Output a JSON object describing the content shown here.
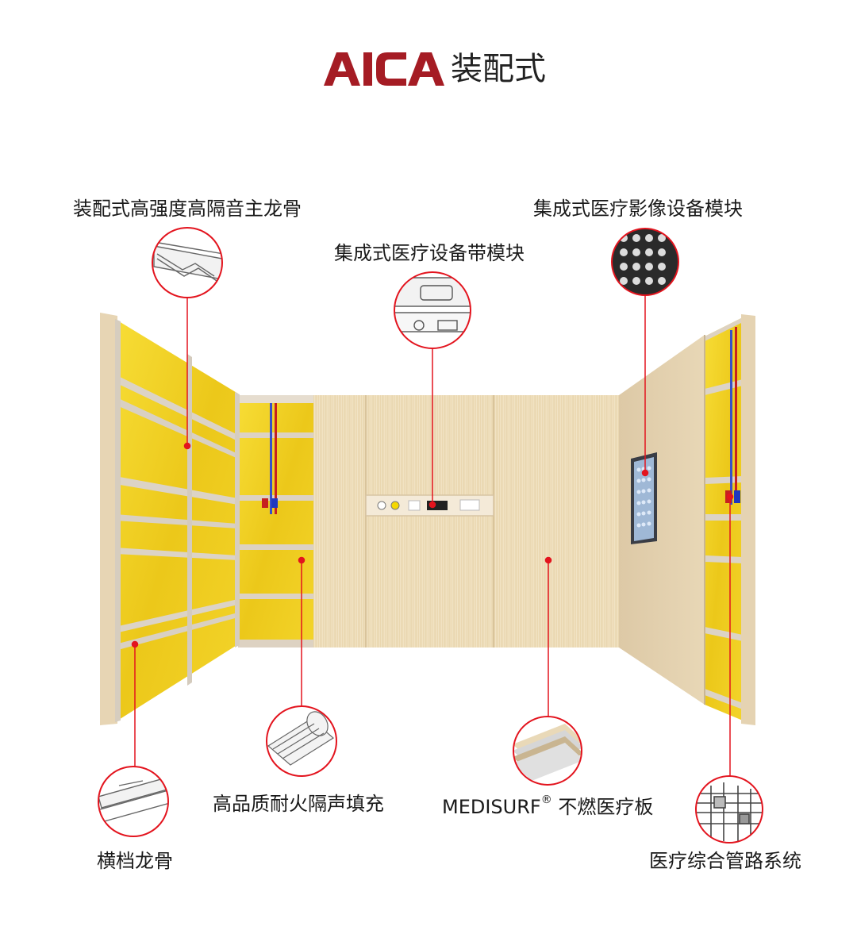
{
  "brand": {
    "name": "AICA",
    "suffix": "装配式",
    "color": "#a51c24"
  },
  "colors": {
    "leader": "#e3141e",
    "insulation": "#f2d21e",
    "wood": "#ecd9b3",
    "frame": "#d8cfc2"
  },
  "callouts": {
    "main_stud": "装配式高强度高隔音主龙骨",
    "equipment_band": "集成式医疗设备带模块",
    "imaging_module": "集成式医疗影像设备模块",
    "insulation_fill": "高品质耐火隔声填充",
    "board_name": "MEDISURF",
    "board_mark": "®",
    "board_rest": " 不燃医疗板",
    "cross_stud": "横档龙骨",
    "pipe_system": "医疗综合管路系统"
  },
  "icons": [
    "stud-profile-icon",
    "equipment-band-icon",
    "xray-film-icon",
    "wool-roll-icon",
    "board-stack-icon",
    "cross-stud-icon",
    "pipe-system-icon"
  ]
}
